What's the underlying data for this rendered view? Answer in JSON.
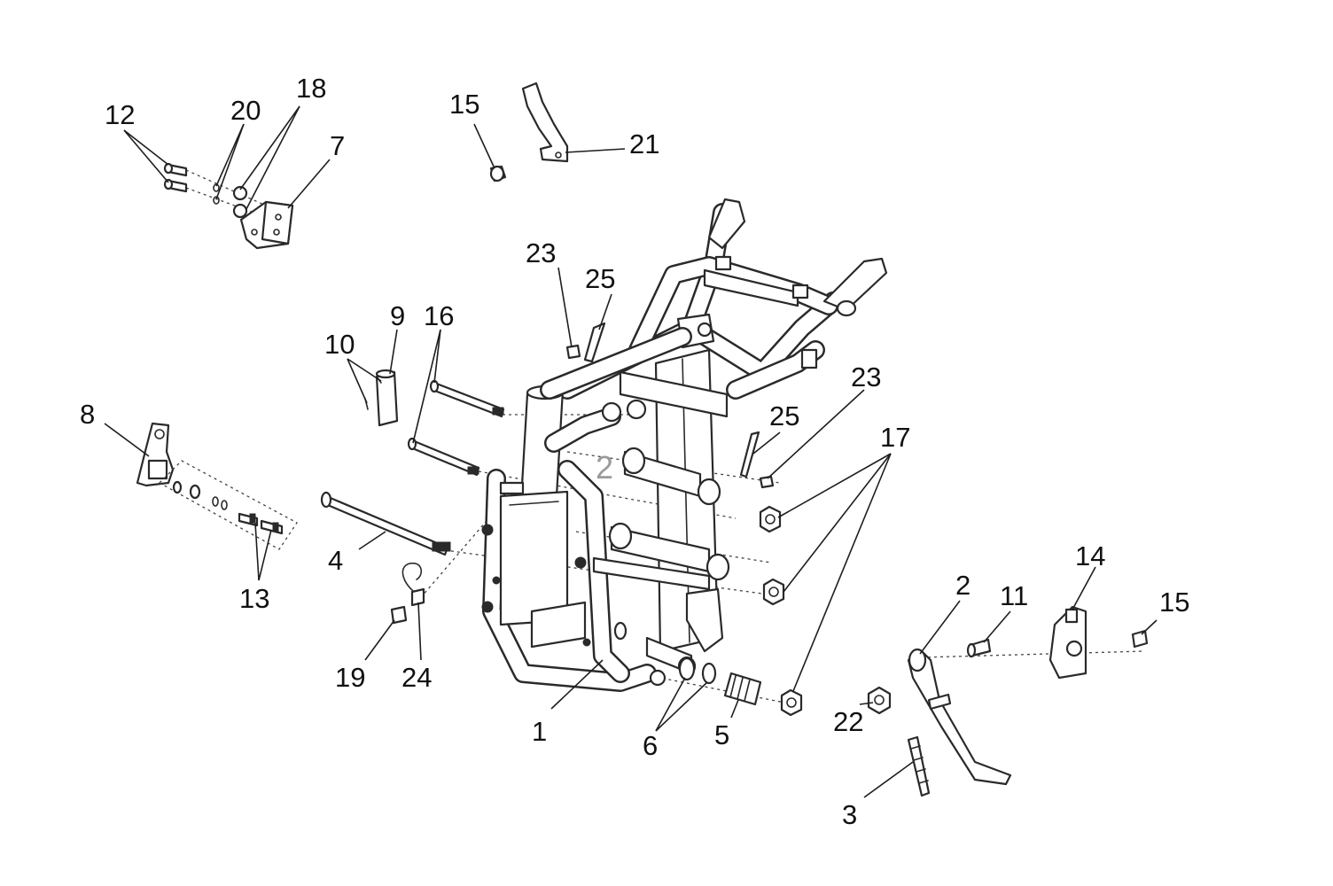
{
  "diagram": {
    "frame_mark": "2",
    "callouts": [
      {
        "id": "c12",
        "text": "12"
      },
      {
        "id": "c20",
        "text": "20"
      },
      {
        "id": "c18",
        "text": "18"
      },
      {
        "id": "c7",
        "text": "7"
      },
      {
        "id": "c15a",
        "text": "15"
      },
      {
        "id": "c21",
        "text": "21"
      },
      {
        "id": "c23a",
        "text": "23"
      },
      {
        "id": "c25a",
        "text": "25"
      },
      {
        "id": "c9",
        "text": "9"
      },
      {
        "id": "c16",
        "text": "16"
      },
      {
        "id": "c10",
        "text": "10"
      },
      {
        "id": "c8",
        "text": "8"
      },
      {
        "id": "c23b",
        "text": "23"
      },
      {
        "id": "c25b",
        "text": "25"
      },
      {
        "id": "c17",
        "text": "17"
      },
      {
        "id": "c4",
        "text": "4"
      },
      {
        "id": "c13",
        "text": "13"
      },
      {
        "id": "c19",
        "text": "19"
      },
      {
        "id": "c24",
        "text": "24"
      },
      {
        "id": "c1",
        "text": "1"
      },
      {
        "id": "c6",
        "text": "6"
      },
      {
        "id": "c5",
        "text": "5"
      },
      {
        "id": "c22",
        "text": "22"
      },
      {
        "id": "c2",
        "text": "2"
      },
      {
        "id": "c11",
        "text": "11"
      },
      {
        "id": "c14",
        "text": "14"
      },
      {
        "id": "c15b",
        "text": "15"
      },
      {
        "id": "c3",
        "text": "3"
      }
    ]
  }
}
